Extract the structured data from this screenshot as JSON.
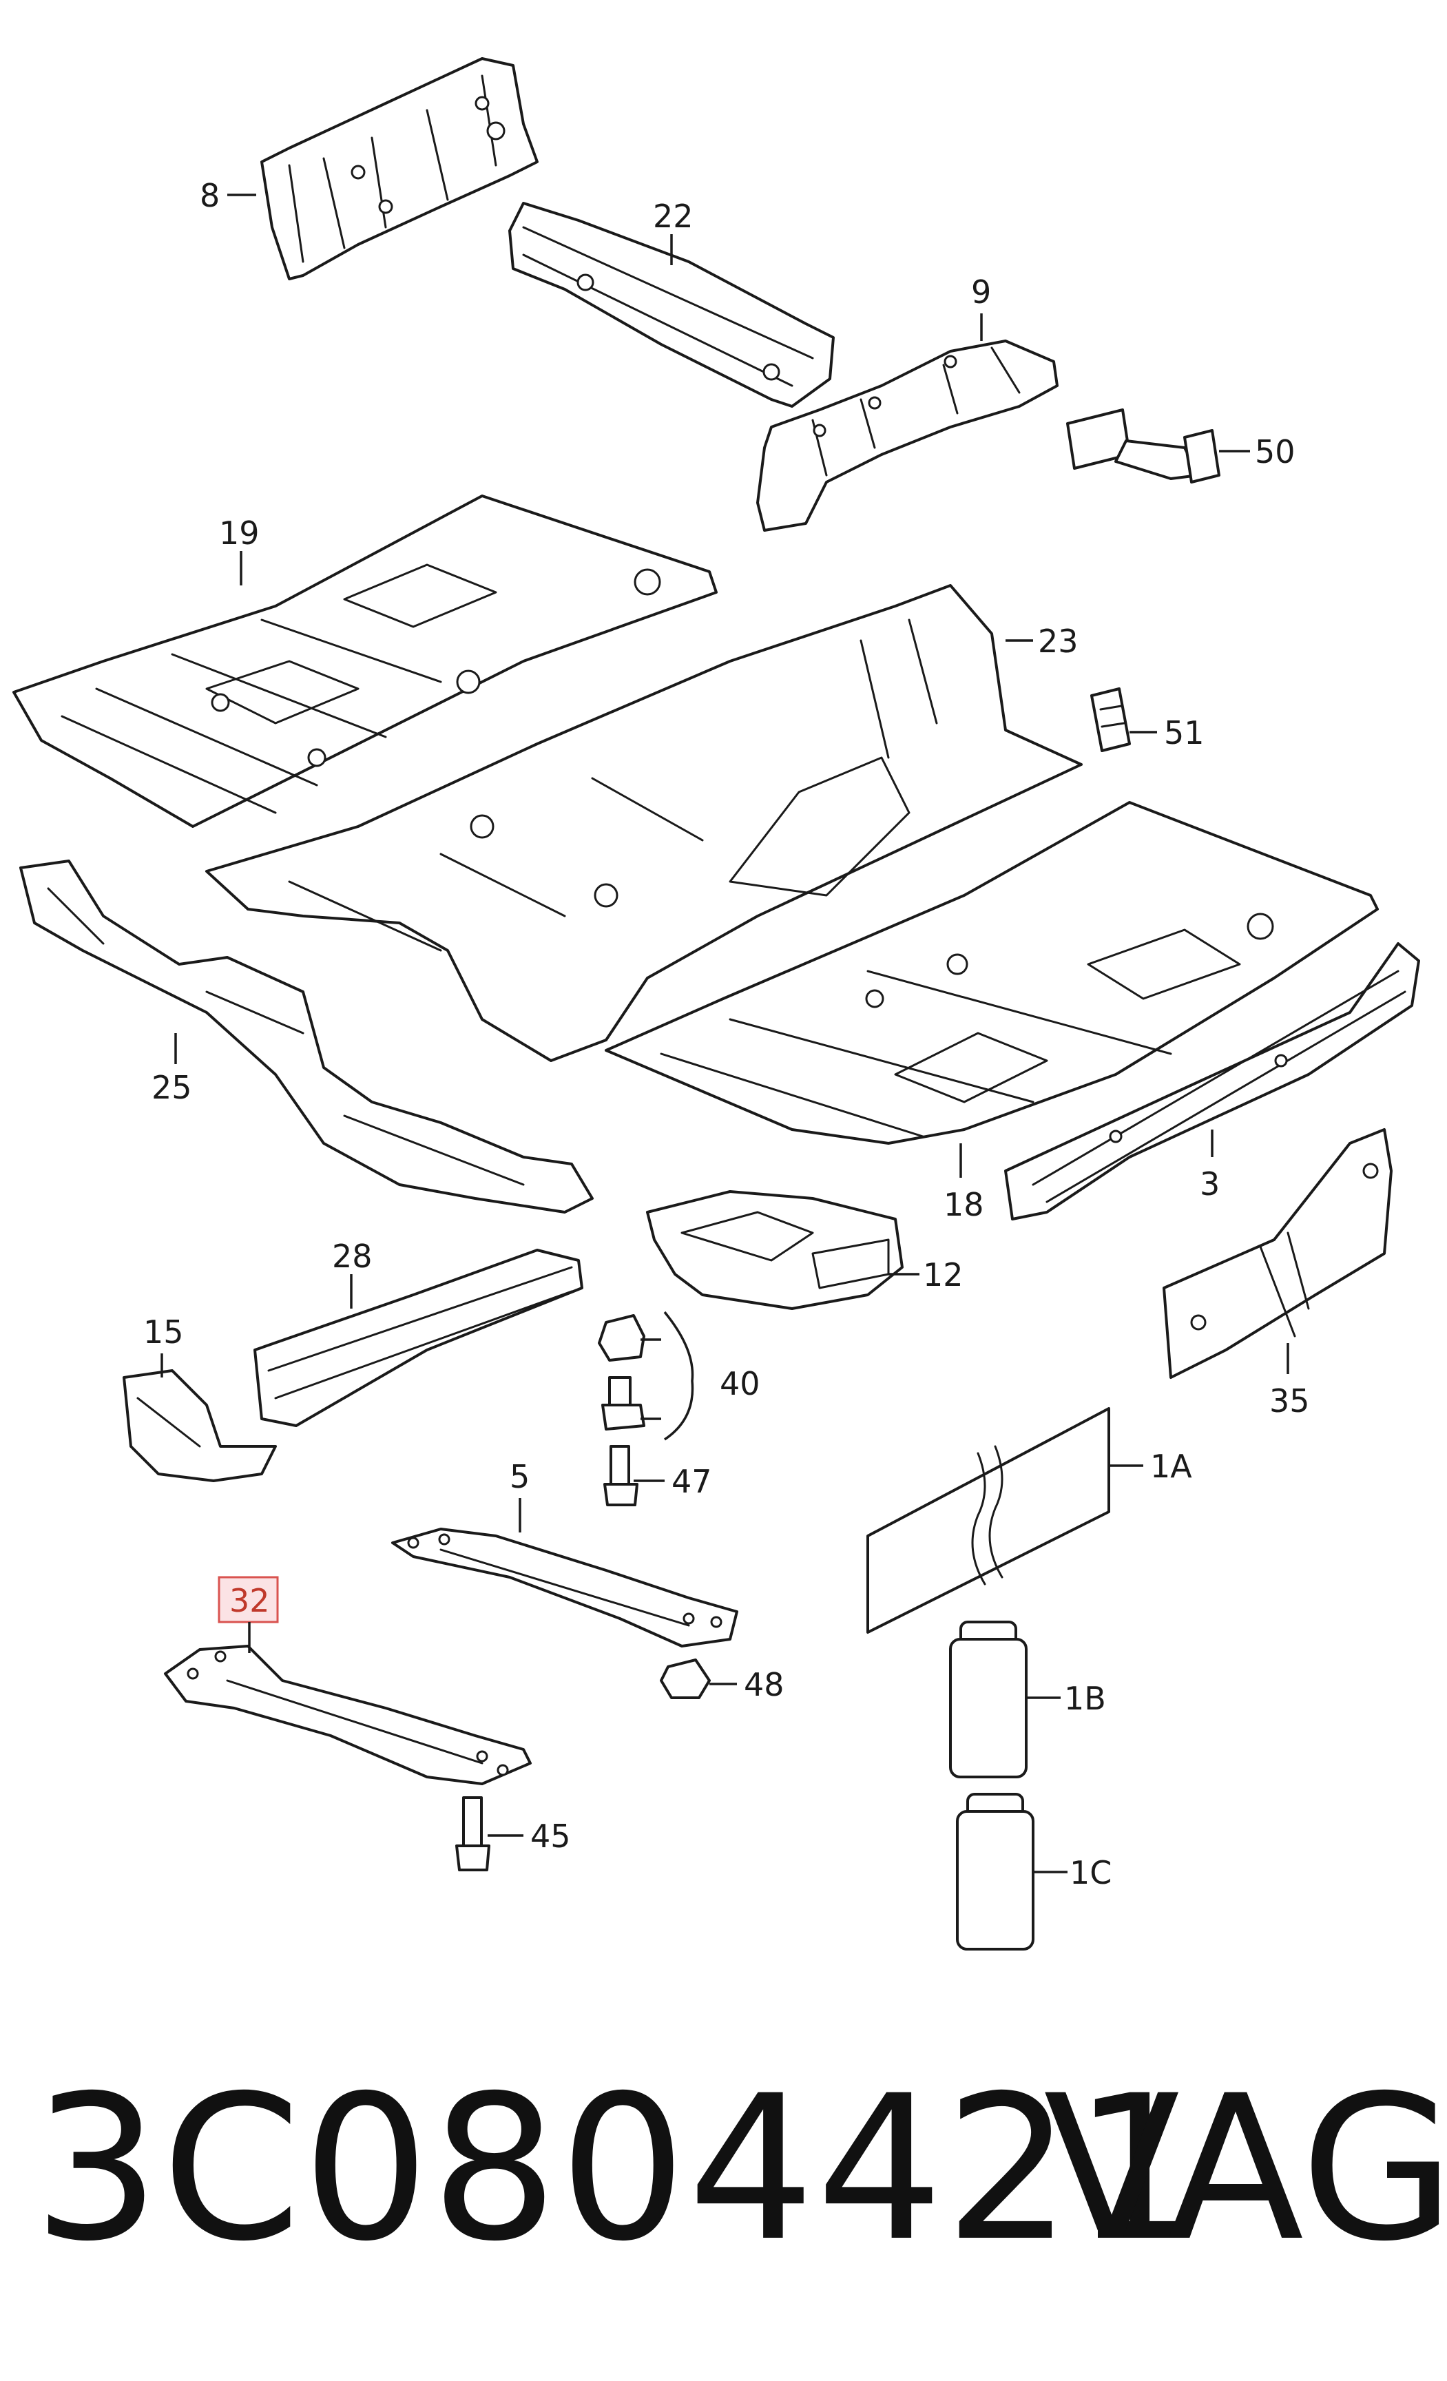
{
  "callouts": {
    "c8": "8",
    "c22": "22",
    "c9": "9",
    "c50": "50",
    "c19": "19",
    "c23": "23",
    "c51": "51",
    "c25": "25",
    "c18": "18",
    "c3": "3",
    "c12": "12",
    "c28": "28",
    "c15": "15",
    "c40": "40",
    "c35": "35",
    "c47": "47",
    "c5": "5",
    "c1A": "1A",
    "c32": "32",
    "c48": "48",
    "c1B": "1B",
    "c45": "45",
    "c1C": "1C"
  },
  "highlighted_callout": "32",
  "colors": {
    "line": "#1a1a1a",
    "highlight_fill": "#fbe3e5",
    "highlight_stroke": "#d9534f",
    "highlight_text": "#c0392b"
  },
  "footer": {
    "part_number": "3C0804421",
    "brand": "VAG"
  }
}
